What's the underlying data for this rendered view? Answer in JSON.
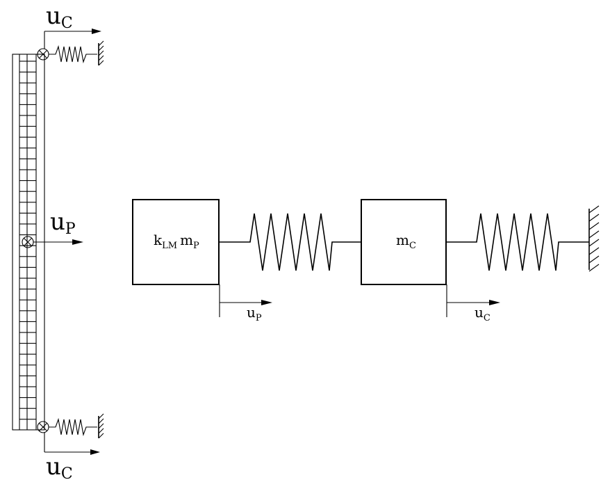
{
  "column_model": {
    "top_label": {
      "base": "u",
      "sub": "C"
    },
    "middle_label": {
      "base": "u",
      "sub": "P"
    },
    "bottom_label": {
      "base": "u",
      "sub": "C"
    }
  },
  "spring_mass_model": {
    "mass_p": {
      "coef": "k",
      "coef_sub": "LM",
      "base": "m",
      "sub": "P"
    },
    "mass_c": {
      "base": "m",
      "sub": "C"
    },
    "disp_p": {
      "base": "u",
      "sub": "P"
    },
    "disp_c": {
      "base": "u",
      "sub": "C"
    }
  }
}
